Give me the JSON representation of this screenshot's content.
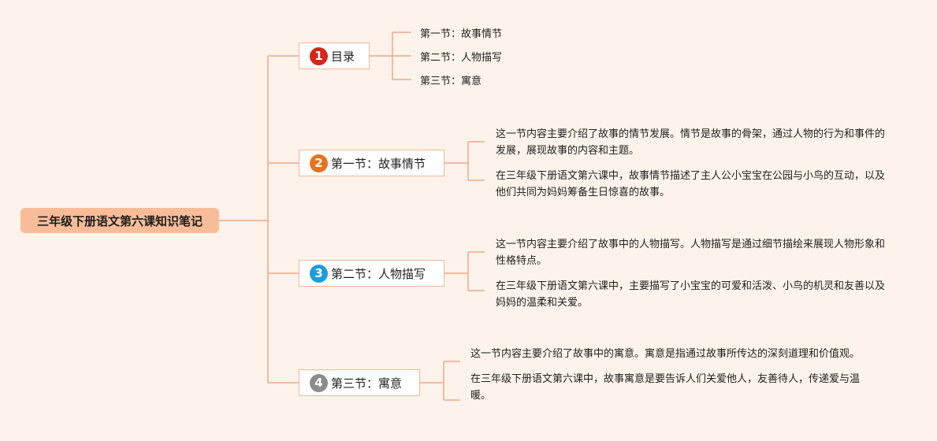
{
  "root": {
    "title": "三年级下册语文第六课知识笔记"
  },
  "colors": {
    "line": "#f0a888",
    "node_border": "#f3b596",
    "root_bg": "#f8bd98",
    "background": "#fdf3ea"
  },
  "branches": [
    {
      "number": "1",
      "label": "目录",
      "badge_color": "#d9261c",
      "leaves": [
        "第一节：故事情节",
        "第二节：人物描写",
        "第三节：寓意"
      ]
    },
    {
      "number": "2",
      "label": "第一节：故事情节",
      "badge_color": "#e8731e",
      "paragraphs": [
        "这一节内容主要介绍了故事的情节发展。情节是故事的骨架，通过人物的行为和事件的发展，展现故事的内容和主题。",
        "在三年级下册语文第六课中，故事情节描述了主人公小宝宝在公园与小鸟的互动，以及他们共同为妈妈筹备生日惊喜的故事。"
      ]
    },
    {
      "number": "3",
      "label": "第二节：人物描写",
      "badge_color": "#1d9ce0",
      "paragraphs": [
        "这一节内容主要介绍了故事中的人物描写。人物描写是通过细节描绘来展现人物形象和性格特点。",
        "在三年级下册语文第六课中，主要描写了小宝宝的可爱和活泼、小鸟的机灵和友善以及妈妈的温柔和关爱。"
      ]
    },
    {
      "number": "4",
      "label": "第三节：寓意",
      "badge_color": "#8c8c8c",
      "paragraphs": [
        "这一节内容主要介绍了故事中的寓意。寓意是指通过故事所传达的深刻道理和价值观。",
        "在三年级下册语文第六课中，故事寓意是要告诉人们关爱他人，友善待人，传递爱与温暖。"
      ]
    }
  ]
}
